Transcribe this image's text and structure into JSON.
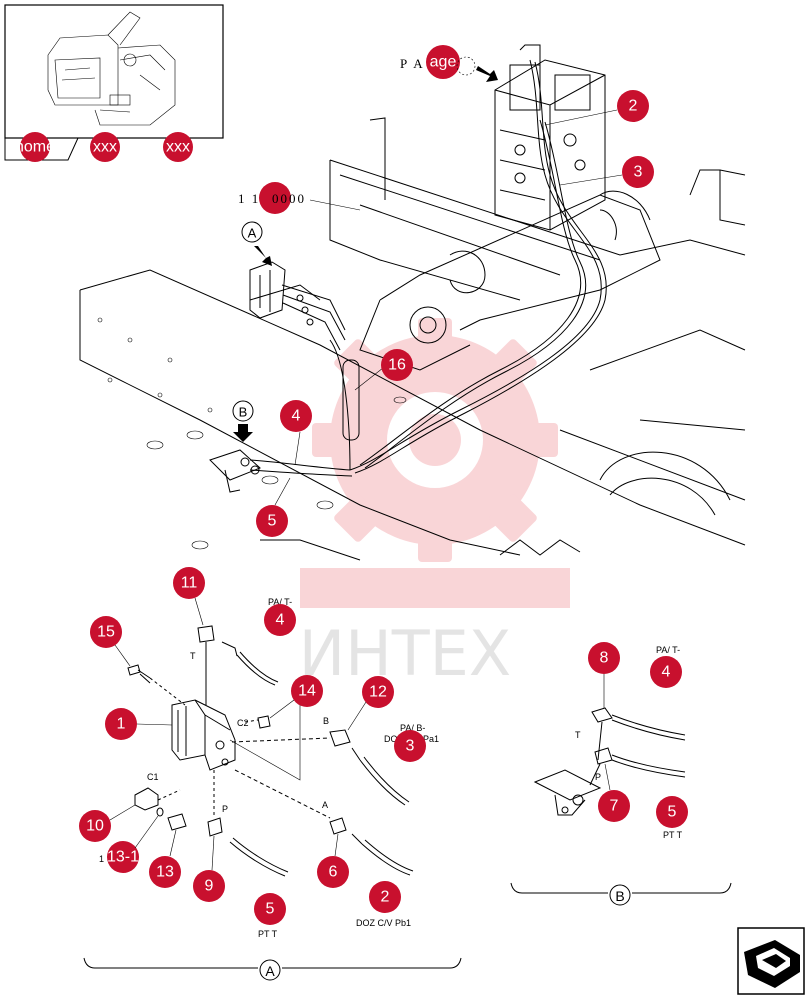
{
  "thumbnail": {
    "home_label": "home",
    "tabs": [
      "xxx",
      "xxx"
    ]
  },
  "references": {
    "page_ref": "P A",
    "page_ref_badge": "age",
    "group_ref": "1 1",
    "group_ref_tail": "0000"
  },
  "views": {
    "A": "A",
    "B": "B"
  },
  "watermark": "ИНТЕХ",
  "callouts_main": [
    "2",
    "3",
    "16",
    "4",
    "5"
  ],
  "callouts_detail_a": [
    "11",
    "4",
    "15",
    "14",
    "12",
    "1",
    "3",
    "10",
    "13-1",
    "6",
    "2",
    "13",
    "9",
    "5"
  ],
  "callouts_detail_b": [
    "8",
    "4",
    "7",
    "5"
  ],
  "port_labels": {
    "T": "T",
    "C2": "C2",
    "B": "B",
    "C1": "C1",
    "P": "P",
    "A": "A",
    "T_b": "T",
    "P_b": "P"
  },
  "hose_labels": {
    "hose4_a": "PA/ T-",
    "hose3_a1": "PA/ B-",
    "hose3_a2": "DOZ C/V Pa1",
    "hose5_a": "PT T",
    "hose2_a": "DOZ C/V Pb1",
    "hose4_b": "PA/ T-",
    "hose5_b": "PT T"
  },
  "section_labels": {
    "a": "A",
    "b": "B"
  },
  "nav": {
    "next_icon": "next-page-arrow-icon"
  }
}
